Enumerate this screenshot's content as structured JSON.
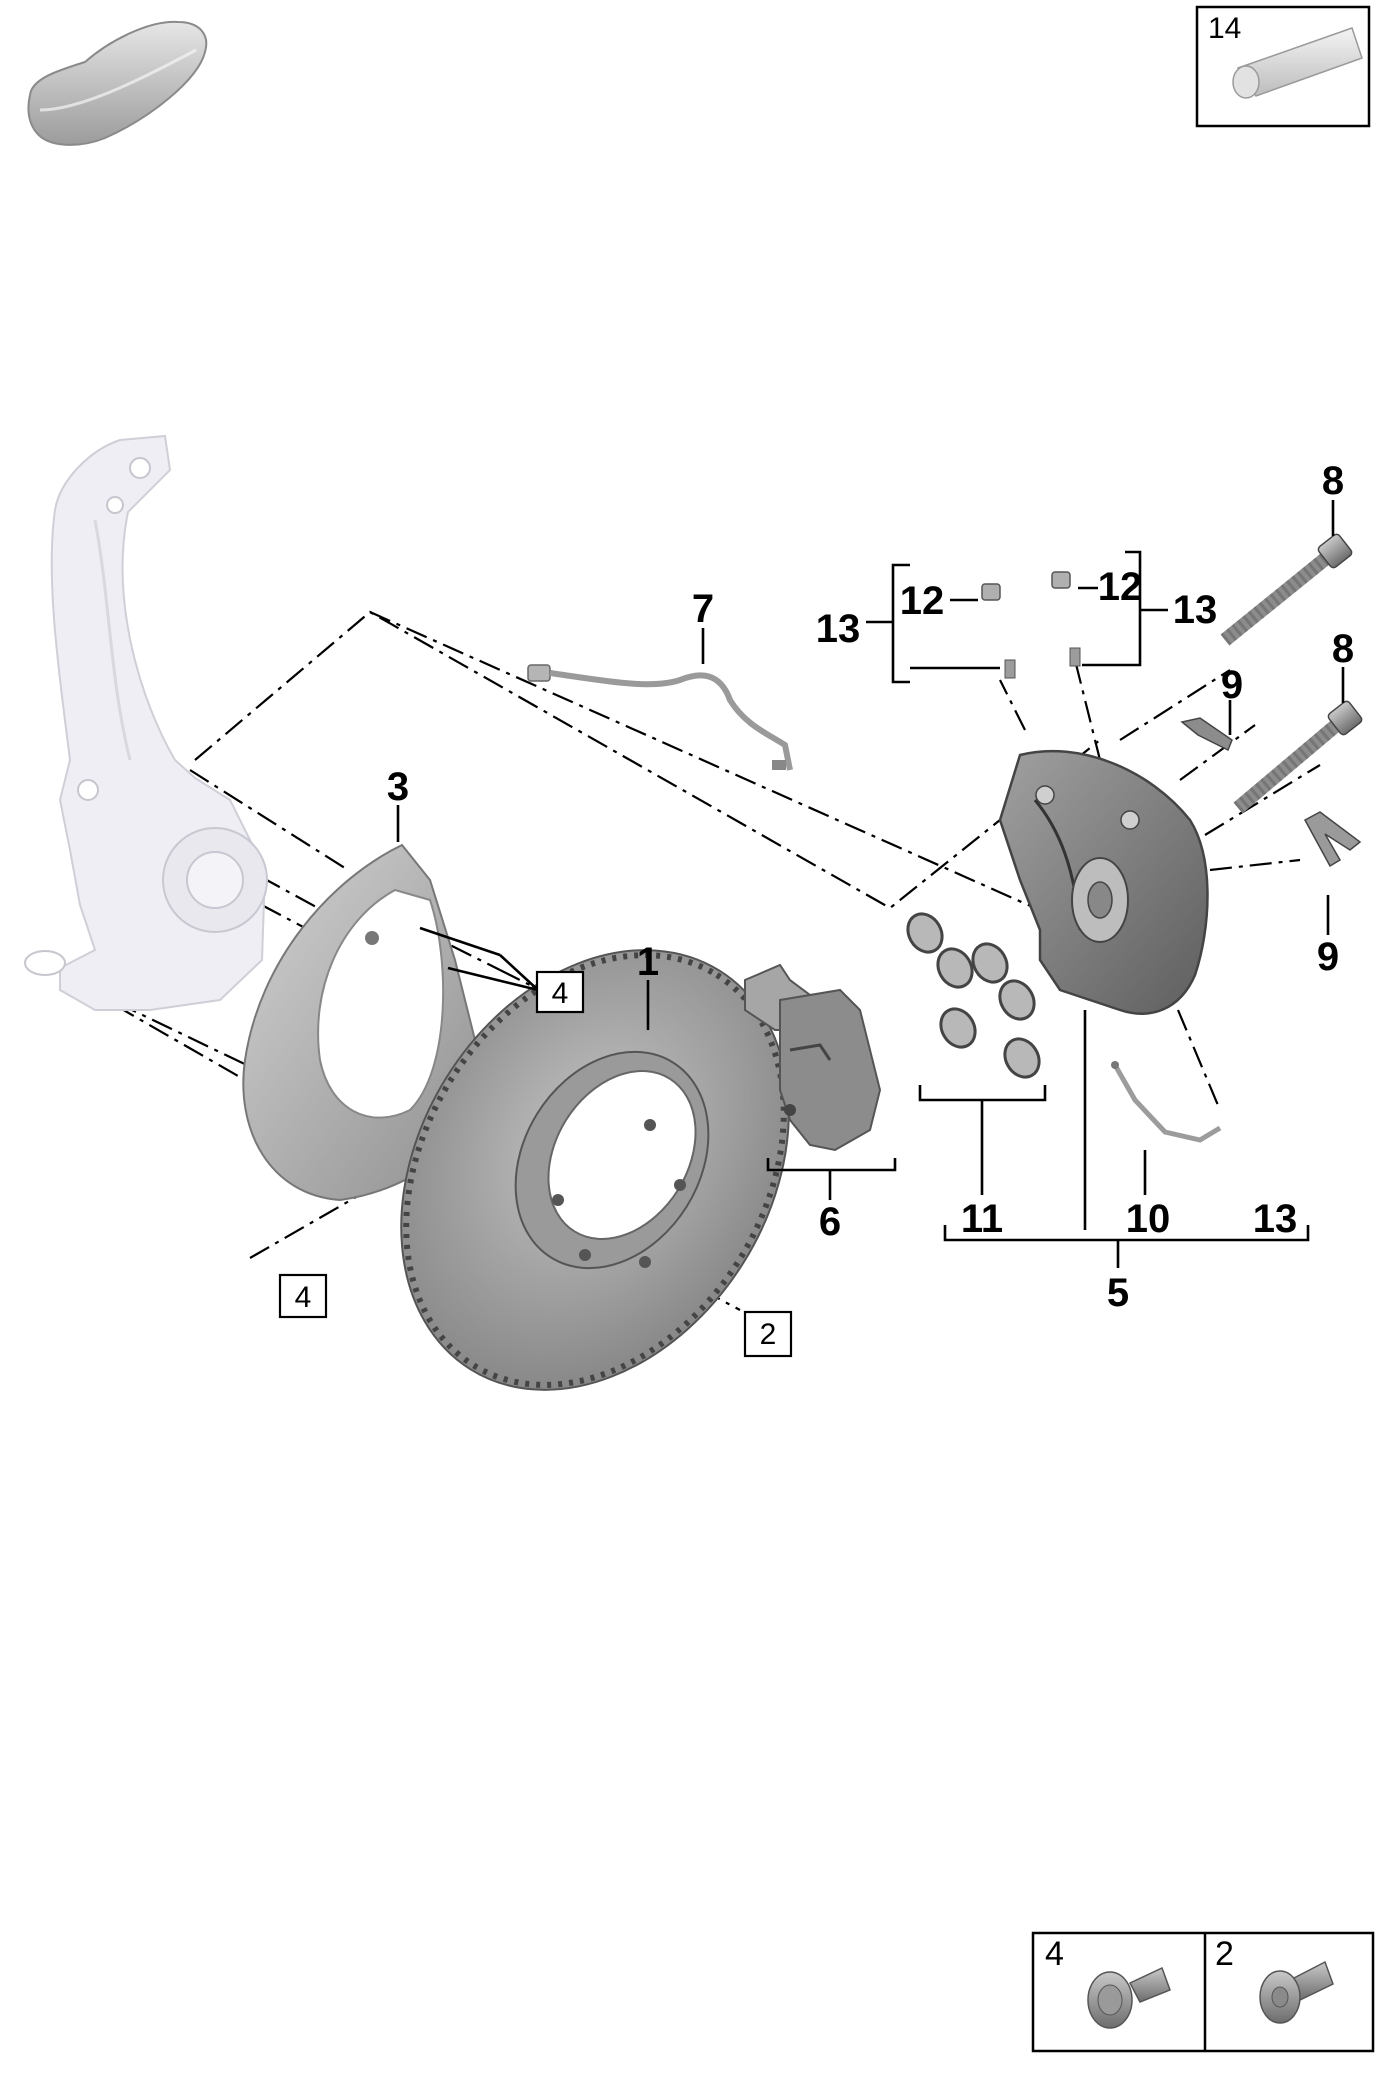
{
  "callouts": {
    "disc": "1",
    "shield": "3",
    "wear_sensor": "7",
    "caliper_assembly": "5",
    "pads": "6",
    "seals": "11",
    "brake_line": "10",
    "small_parts_13": "13",
    "bolt_top": "8",
    "bolt_bottom": "8",
    "clip_top": "9",
    "clip_bottom": "9",
    "bleeder_left": "12",
    "bleeder_right": "12",
    "kit_left": "13",
    "kit_right": "13"
  },
  "boxed_refs": {
    "shield_bolt_upper": "4",
    "shield_bolt_lower": "4",
    "disc_screw": "2",
    "lubricant": "14"
  },
  "legend": {
    "left_number": "4",
    "right_number": "2"
  },
  "icons": {
    "vehicle": "car-silhouette-icon",
    "lubricant": "grease-tube-icon",
    "bolt": "flange-bolt-icon",
    "screw": "countersunk-screw-icon"
  },
  "colors": {
    "line": "#000000",
    "part_light": "#ececf2",
    "part_dark": "#8a8a8a",
    "part_mid": "#b0b0b0"
  }
}
